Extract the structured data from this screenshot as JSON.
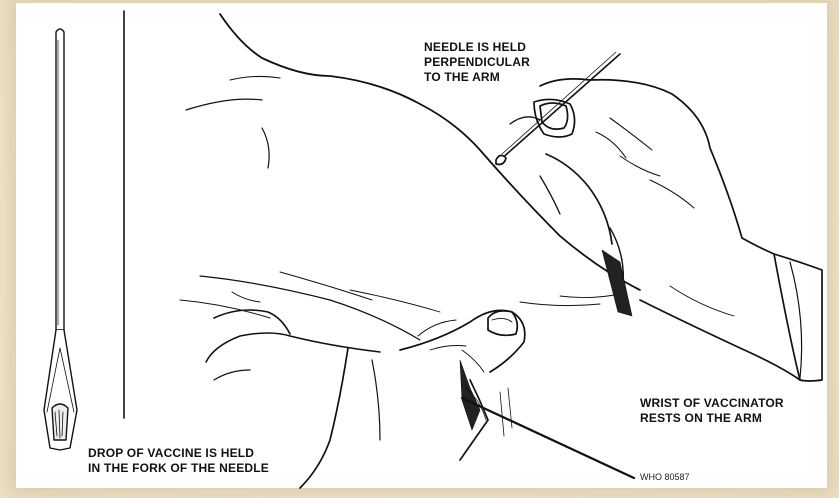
{
  "figure": {
    "background_color": "#f1e7cf",
    "panel_color": "#ffffff",
    "ink_color": "#111111"
  },
  "labels": {
    "needle_position": [
      "NEEDLE IS HELD",
      "PERPENDICULAR",
      "TO THE ARM"
    ],
    "wrist_position": [
      "WRIST OF VACCINATOR",
      "RESTS ON THE ARM"
    ],
    "vaccine_drop": [
      "DROP OF VACCINE IS HELD",
      "IN THE FORK OF THE NEEDLE"
    ]
  },
  "reference_code": "WHO 80587"
}
